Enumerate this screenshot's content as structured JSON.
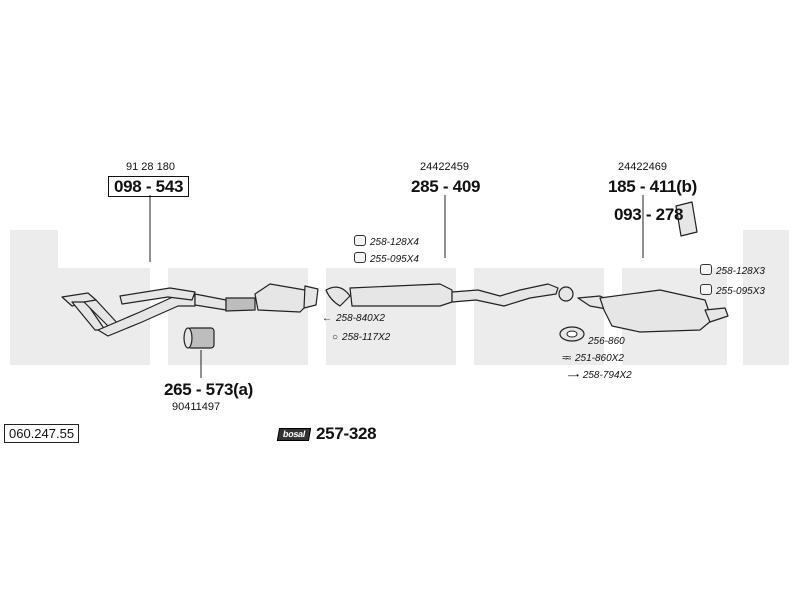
{
  "diagram_ref": "060.247.55",
  "parts": {
    "front_pipe": {
      "oem": "91 28 180",
      "code": "098 - 543"
    },
    "center_pipe": {
      "oem": "24422459",
      "code": "285 - 409"
    },
    "rear_muffler": {
      "oem": "24422469",
      "code": "185 - 411(b)"
    },
    "rear_bracket": {
      "code": "093 - 278"
    },
    "flex_pipe": {
      "code": "265 - 573(a)",
      "oem": "90411497"
    },
    "assembly_paste": {
      "brand": "bosal",
      "code": "257-328"
    }
  },
  "accessories": {
    "center_top": [
      {
        "code": "258-128X4",
        "icon": "clamp-icon"
      },
      {
        "code": "255-095X4",
        "icon": "rubber-hanger-icon"
      }
    ],
    "center_bottom": [
      {
        "code": "258-840X2",
        "icon": "bolt-icon"
      },
      {
        "code": "258-117X2",
        "icon": "gasket-ring-icon"
      }
    ],
    "rear_top": [
      {
        "code": "258-128X3",
        "icon": "clamp-icon"
      },
      {
        "code": "255-095X3",
        "icon": "rubber-hanger-icon"
      }
    ],
    "rear_bottom": [
      {
        "code": "256-860",
        "icon": "seal-ring-icon"
      },
      {
        "code": "251-860X2",
        "icon": "spring-icon"
      },
      {
        "code": "258-794X2",
        "icon": "bolt-icon"
      }
    ]
  }
}
